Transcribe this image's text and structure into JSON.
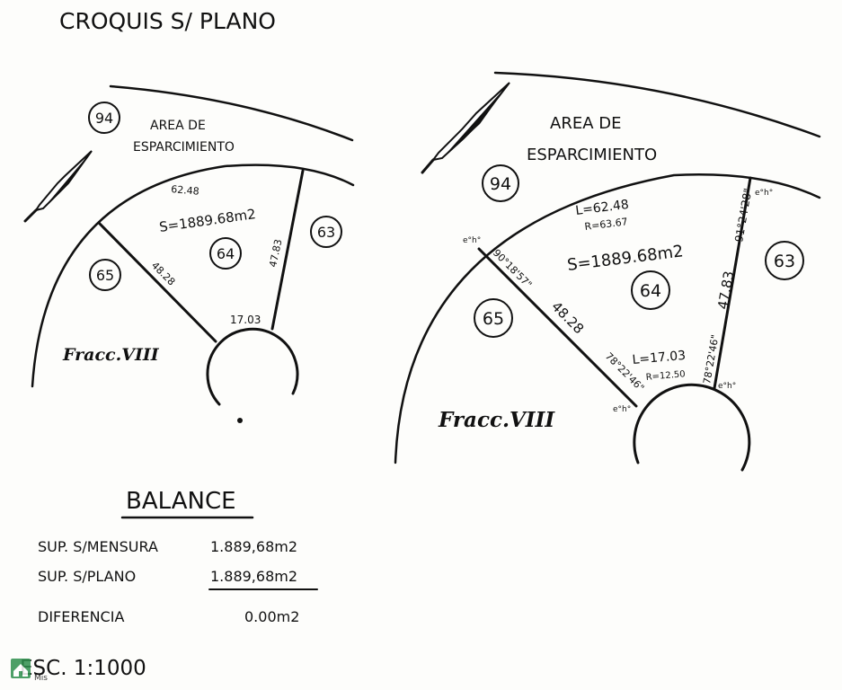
{
  "title": "CROQUIS S/ PLANO",
  "left": {
    "area_label_1": "AREA DE",
    "area_label_2": "ESPARCIMIENTO",
    "lot_94": "94",
    "lot_63": "63",
    "lot_64": "64",
    "lot_65": "65",
    "surface": "S=1889.68m2",
    "dim_arc": "62.48",
    "dim_right": "47.83",
    "dim_left": "48.28",
    "dim_bottom": "17.03",
    "fraccion": "Fracc.VIII"
  },
  "right": {
    "area_label_1": "AREA DE",
    "area_label_2": "ESPARCIMIENTO",
    "lot_94": "94",
    "lot_63": "63",
    "lot_64": "64",
    "lot_65": "65",
    "surface": "S=1889.68m2",
    "arc_length": "L=62.48",
    "arc_radius": "R=63.67",
    "angle_left_top": "90°18'57\"",
    "angle_right_top": "91°24'28\"",
    "angle_left_bottom": "78°22'46\"",
    "angle_right_bottom": "78°22'46\"",
    "dim_left": "48.28",
    "dim_right": "47.83",
    "bottom_length": "L=17.03",
    "bottom_radius": "R=12.50",
    "corner_mark": "e°h°",
    "fraccion": "Fracc.VIII"
  },
  "balance": {
    "title": "BALANCE",
    "rows": [
      {
        "label": "SUP. S/MENSURA",
        "value": "1.889,68m2"
      },
      {
        "label": "SUP. S/PLANO",
        "value": "1.889,68m2"
      },
      {
        "label": "DIFERENCIA",
        "value": "0.00m2"
      }
    ]
  },
  "scale": "ESC. 1:1000",
  "logo_text": "Mis"
}
